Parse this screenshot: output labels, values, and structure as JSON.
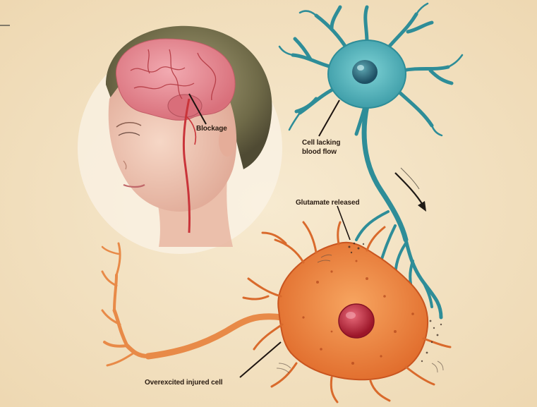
{
  "labels": {
    "blockage": "Blockage",
    "cell_lacking": "Cell lacking blood flow",
    "glutamate": "Glutamate released",
    "overexcited": "Overexcited injured cell"
  },
  "colors": {
    "background": "#f3e3c4",
    "brain": "#e48a93",
    "blood_vessel": "#c9343a",
    "healthy_neuron": "#4fb6bf",
    "injured_neuron": "#f08a3e",
    "injured_nucleus": "#c1283a",
    "skin": "#efc6b2",
    "hair": "#7b7452"
  },
  "icons": {
    "flow": "arrow-down-right-icon"
  }
}
